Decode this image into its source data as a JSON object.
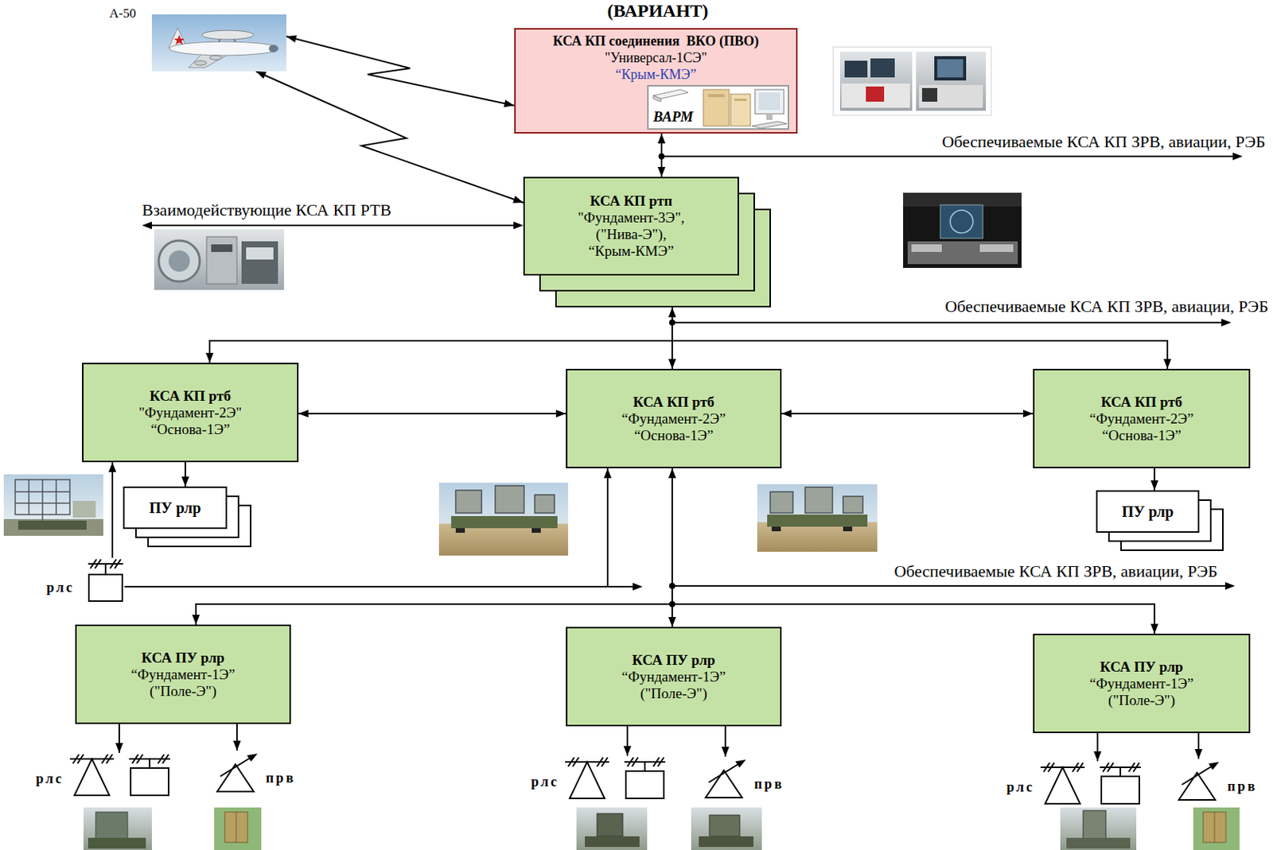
{
  "diagram": {
    "title": "(ВАРИАНТ)",
    "nodes": [
      {
        "text": [
          "КСА КП соединения  ВКО (ПВО)",
          "\"Универсал-1СЭ\"",
          "“Крым-КМЭ”"
        ]
      },
      {
        "text": [
          "ВАРМ"
        ],
        "in": 0
      },
      {
        "text": [
          "А-50"
        ]
      },
      {
        "text": [
          "КСА КП ртп",
          "\"Фундамент-3Э\",",
          "(\"Нива-Э\"),",
          "“Крым-КМЭ”"
        ]
      },
      {
        "text": [
          "КСА КП ртб",
          "\"Фундамент-2Э\"",
          "“Основа-1Э”"
        ]
      },
      {
        "text": [
          "КСА КП ртб",
          "“Фундамент-2Э”",
          "“Основа-1Э”"
        ]
      },
      {
        "text": [
          "КСА КП ртб",
          "“Фундамент-2Э”",
          "“Основа-1Э”"
        ]
      },
      {
        "text": [
          "ПУ рлр"
        ]
      },
      {
        "text": [
          "ПУ рлр"
        ]
      },
      {
        "text": [
          "рлс"
        ]
      },
      {
        "text": [
          "КСА ПУ рлр",
          "“Фундамент-1Э”",
          "(\"Поле-Э\")"
        ]
      },
      {
        "text": [
          "КСА ПУ рлр",
          "“Фундамент-1Э”",
          "(\"Поле-Э\")"
        ]
      },
      {
        "text": [
          "КСА ПУ рлр",
          "“Фундамент-1Э”",
          "(\"Поле-Э\")"
        ]
      },
      {
        "text": [
          "рлс"
        ]
      },
      {
        "text": [
          "прв"
        ]
      },
      {
        "text": [
          "рлс"
        ]
      },
      {
        "text": [
          "прв"
        ]
      },
      {
        "text": [
          "рлс"
        ]
      },
      {
        "text": [
          "прв"
        ]
      }
    ],
    "edges": [
      {
        "from": 2,
        "to": 0,
        "arrow": "both"
      },
      {
        "from": 2,
        "to": 3,
        "arrow": "both"
      },
      {
        "from": 0,
        "to": 3,
        "arrow": "both"
      },
      {
        "from": 3,
        "to": 5,
        "arrow": "both"
      },
      {
        "from": 3,
        "to": 4,
        "arrow": "to"
      },
      {
        "from": 3,
        "to": 6,
        "arrow": "to"
      },
      {
        "from": 4,
        "to": 5,
        "arrow": "both"
      },
      {
        "from": 5,
        "to": 6,
        "arrow": "both"
      },
      {
        "from": 4,
        "to": 7,
        "arrow": "to"
      },
      {
        "from": 6,
        "to": 8,
        "arrow": "to"
      },
      {
        "from": 9,
        "to": 4,
        "arrow": "to"
      },
      {
        "from": 9,
        "to": 5,
        "arrow": "to"
      },
      {
        "from": 5,
        "to": 11,
        "arrow": "both"
      },
      {
        "from": 5,
        "to": 10,
        "arrow": "to"
      },
      {
        "from": 5,
        "to": 12,
        "arrow": "to"
      },
      {
        "from": 10,
        "to": 13,
        "arrow": "to"
      },
      {
        "from": 10,
        "to": 14,
        "arrow": "to"
      },
      {
        "from": 11,
        "to": 15,
        "arrow": "to"
      },
      {
        "from": 11,
        "to": 16,
        "arrow": "to"
      },
      {
        "from": 12,
        "to": 17,
        "arrow": "to"
      },
      {
        "from": 12,
        "to": 18,
        "arrow": "to"
      }
    ],
    "labels": [
      "Взаимодействующие КСА КП РТВ",
      "Обеспечиваемые КСА КП ЗРВ, авиации, РЭБ",
      "Обеспечиваемые КСА КП ЗРВ, авиации, РЭБ",
      "Обеспечиваемые КСА КП ЗРВ, авиации, РЭБ"
    ]
  }
}
